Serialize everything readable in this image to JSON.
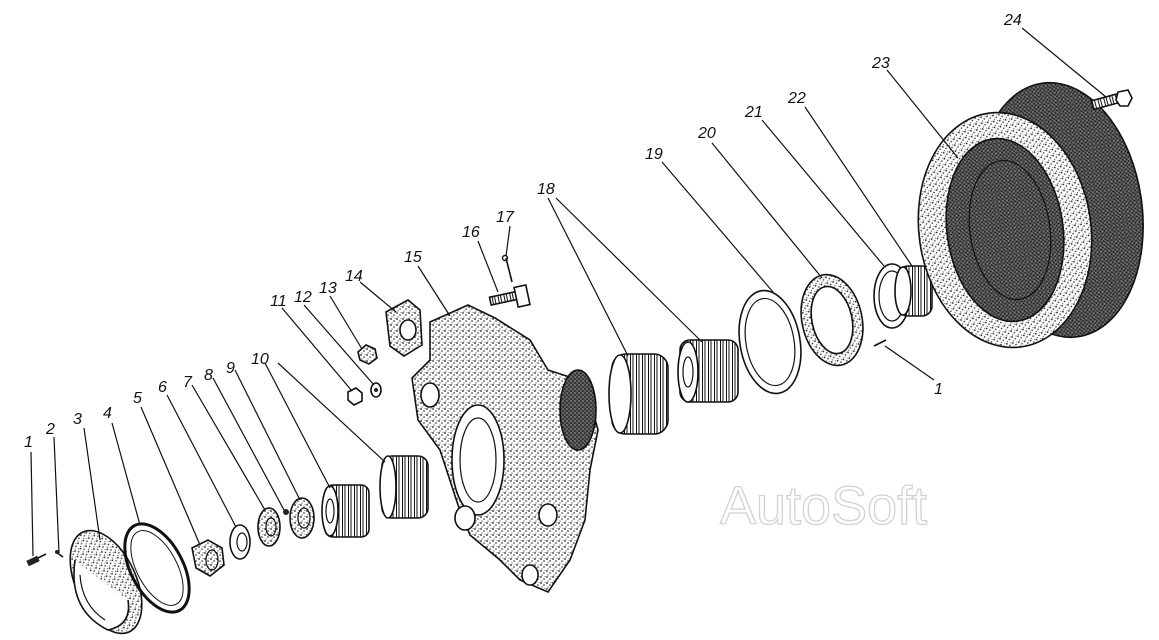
{
  "callouts": {
    "c1a": "1",
    "c2": "2",
    "c3": "3",
    "c4": "4",
    "c5": "5",
    "c6": "6",
    "c7": "7",
    "c8": "8",
    "c9": "9",
    "c10": "10",
    "c11": "11",
    "c12": "12",
    "c13": "13",
    "c14": "14",
    "c15": "15",
    "c16": "16",
    "c17": "17",
    "c18": "18",
    "c19": "19",
    "c20": "20",
    "c21": "21",
    "c22": "22",
    "c23": "23",
    "c24": "24",
    "c1b": "1"
  },
  "watermark": "AutoSoft",
  "colors": {
    "ink": "#111111",
    "watermark": "#d2d2d2",
    "background": "#ffffff"
  }
}
